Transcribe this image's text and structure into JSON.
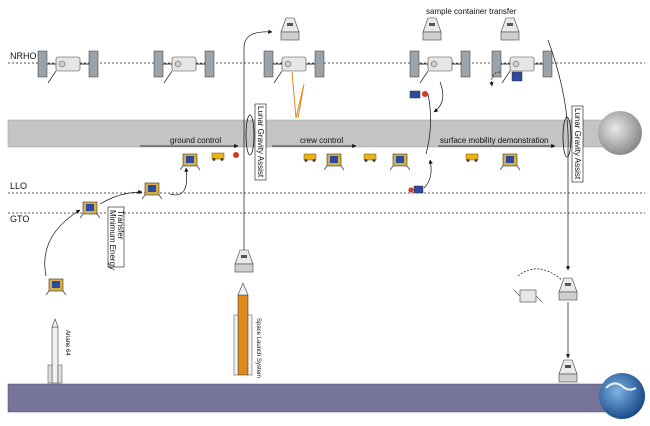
{
  "orbits": {
    "nrho": "NRHO",
    "llo": "LLO",
    "gto": "GTO"
  },
  "labels": {
    "sample_transfer": "sample container transfer",
    "ground_control": "ground control",
    "crew_control": "crew control",
    "surface_mobility": "surface mobility demonstration",
    "lga_1": "Lunar Gravity Assist",
    "lga_2": "Lunar Gravity Assist",
    "met_1": "Minimum Energy",
    "met_2": "Transfer",
    "ariane": "Ariane 64",
    "sls": "Space Launch System"
  },
  "colors": {
    "moon_band": "#c4c4c4",
    "earth_band": "#76749a",
    "rover_yellow": "#e8b21a",
    "rover_red": "#d63a24",
    "ascent_trajectory": "#e08a1a",
    "module_blue": "#2d4aa0"
  },
  "icons": [
    "moon-icon",
    "earth-icon",
    "gateway-station-icon",
    "orion-capsule-icon",
    "lander-icon",
    "rover-icon",
    "ariane-rocket-icon",
    "sls-rocket-icon"
  ]
}
